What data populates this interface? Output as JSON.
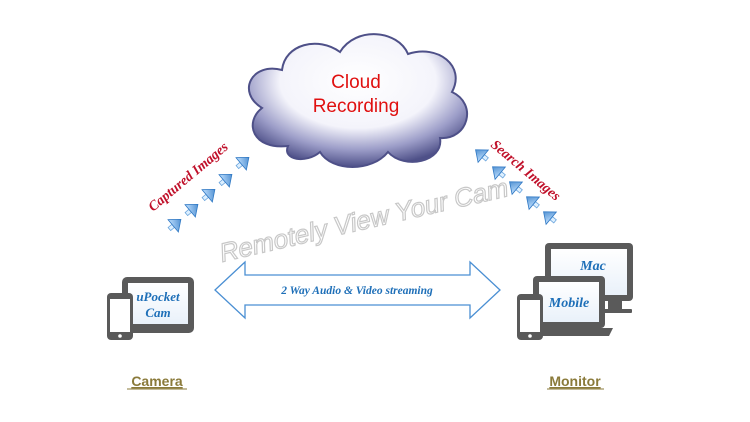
{
  "cloud": {
    "line1": "Cloud",
    "line2": "Recording"
  },
  "left_label": "Captured Images",
  "right_label": "Search Images",
  "watermark": "Remotely View Your Cam",
  "stream_label": "2 Way Audio & Video streaming",
  "camera_device": {
    "line1": "uPocket",
    "line2": "Cam"
  },
  "monitor_devices": {
    "desktop": "Mac",
    "laptop": "Mobile"
  },
  "camera_caption": "Camera",
  "monitor_caption": "Monitor",
  "colors": {
    "cloud_fill": "#ffffff",
    "cloud_shade": "#5d5f96",
    "cloud_text": "#e01010",
    "label_red": "#c0102a",
    "arrow_blue": "#4a90d9",
    "device_gray": "#5a5a5a",
    "device_text": "#1e6fb8",
    "caption": "#8a7a3a"
  }
}
